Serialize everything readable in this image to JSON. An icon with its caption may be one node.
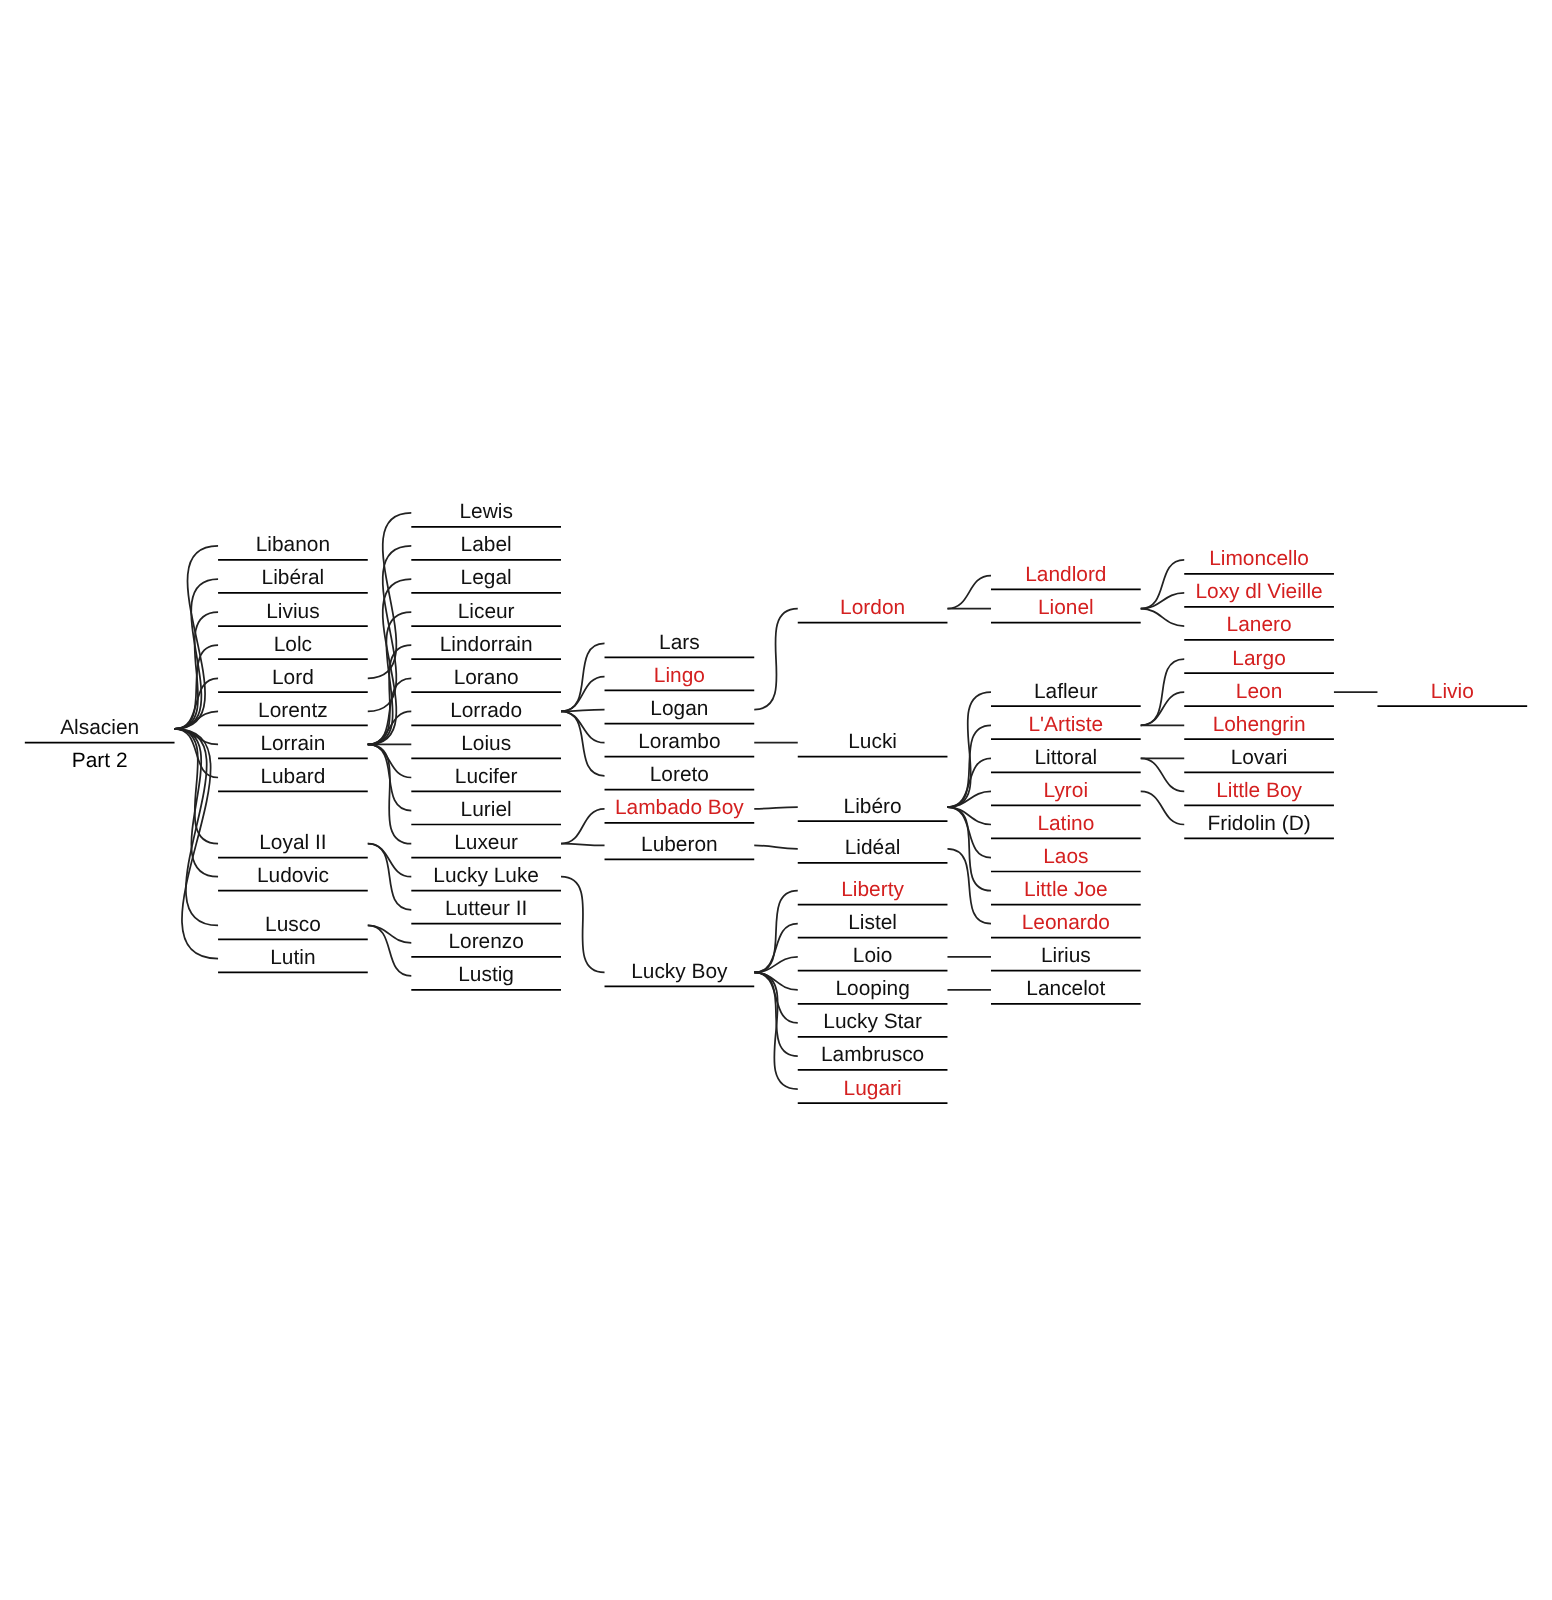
{
  "diagram": {
    "nodes": [
      {
        "text": [
          "Alsacien"
        ]
      },
      {
        "text": [
          "Libanon"
        ]
      },
      {
        "text": [
          "Libéral"
        ]
      },
      {
        "text": [
          "Livius"
        ]
      },
      {
        "text": [
          "Lolc"
        ]
      },
      {
        "text": [
          "Lord"
        ]
      },
      {
        "text": [
          "Lewis"
        ]
      },
      {
        "text": [
          "Lorentz"
        ]
      },
      {
        "text": [
          "Label"
        ]
      },
      {
        "text": [
          "Lorrain"
        ]
      },
      {
        "text": [
          "Legal"
        ]
      },
      {
        "text": [
          "Liceur"
        ]
      },
      {
        "text": [
          "Lindorrain"
        ]
      },
      {
        "text": [
          "Lorano"
        ]
      },
      {
        "text": [
          "Lorrado"
        ]
      },
      {
        "text": [
          "Lars"
        ]
      },
      {
        "text": [
          "Lingo"
        ]
      },
      {
        "text": [
          "Logan"
        ]
      },
      {
        "text": [
          "Lordon"
        ]
      },
      {
        "text": [
          "Landlord"
        ]
      },
      {
        "text": [
          "Lionel"
        ]
      },
      {
        "text": [
          "Limoncello"
        ]
      },
      {
        "text": [
          "Loxy dl Vieille"
        ]
      },
      {
        "text": [
          "Lorambo"
        ]
      },
      {
        "text": [
          "Lucki"
        ]
      },
      {
        "text": [
          "Lanero"
        ]
      },
      {
        "text": [
          "Loreto"
        ]
      },
      {
        "text": [
          "Loius"
        ]
      },
      {
        "text": [
          "Lucifer"
        ]
      },
      {
        "text": [
          "Luriel"
        ]
      },
      {
        "text": [
          "Luxeur"
        ]
      },
      {
        "text": [
          "Lambado Boy"
        ]
      },
      {
        "text": [
          "Libéro"
        ]
      },
      {
        "text": [
          "Lafleur"
        ]
      },
      {
        "text": [
          "L'Artiste"
        ]
      },
      {
        "text": [
          "Largo"
        ]
      },
      {
        "text": [
          "Leon"
        ]
      },
      {
        "text": [
          "Livio"
        ]
      },
      {
        "text": [
          "Lohengrin"
        ]
      },
      {
        "text": [
          "Littoral"
        ]
      },
      {
        "text": [
          "Lovari"
        ]
      },
      {
        "text": [
          "Little Boy"
        ]
      },
      {
        "text": [
          "Lyroi"
        ]
      },
      {
        "text": [
          "Fridolin (D)"
        ]
      },
      {
        "text": [
          "Latino"
        ]
      },
      {
        "text": [
          "Laos"
        ]
      },
      {
        "text": [
          "Little Joe"
        ]
      },
      {
        "text": [
          "Luberon"
        ]
      },
      {
        "text": [
          "Lidéal"
        ]
      },
      {
        "text": [
          "Leonardo"
        ]
      },
      {
        "text": [
          "Lubard"
        ]
      },
      {
        "text": [
          "Loyal II"
        ]
      },
      {
        "text": [
          "Lucky Luke"
        ]
      },
      {
        "text": [
          "Lucky Boy"
        ]
      },
      {
        "text": [
          "Liberty"
        ]
      },
      {
        "text": [
          "Listel"
        ]
      },
      {
        "text": [
          "Loio"
        ]
      },
      {
        "text": [
          "Lirius"
        ]
      },
      {
        "text": [
          "Looping"
        ]
      },
      {
        "text": [
          "Lancelot"
        ]
      },
      {
        "text": [
          "Lucky Star"
        ]
      },
      {
        "text": [
          "Lambrusco"
        ]
      },
      {
        "text": [
          "Lugari"
        ]
      },
      {
        "text": [
          "Lutteur II"
        ]
      },
      {
        "text": [
          "Ludovic"
        ]
      },
      {
        "text": [
          "Lusco"
        ]
      },
      {
        "text": [
          "Lorenzo"
        ]
      },
      {
        "text": [
          "Lustig"
        ]
      },
      {
        "text": [
          "Lutin"
        ]
      }
    ],
    "edges": [
      {
        "from": 0,
        "to": 1,
        "arrow": "none"
      },
      {
        "from": 0,
        "to": 2,
        "arrow": "none"
      },
      {
        "from": 0,
        "to": 3,
        "arrow": "none"
      },
      {
        "from": 0,
        "to": 4,
        "arrow": "none"
      },
      {
        "from": 0,
        "to": 5,
        "arrow": "none"
      },
      {
        "from": 0,
        "to": 7,
        "arrow": "none"
      },
      {
        "from": 0,
        "to": 9,
        "arrow": "none"
      },
      {
        "from": 0,
        "to": 50,
        "arrow": "none"
      },
      {
        "from": 0,
        "to": 51,
        "arrow": "none"
      },
      {
        "from": 0,
        "to": 64,
        "arrow": "none"
      },
      {
        "from": 0,
        "to": 65,
        "arrow": "none"
      },
      {
        "from": 0,
        "to": 68,
        "arrow": "none"
      },
      {
        "from": 5,
        "to": 6,
        "arrow": "none"
      },
      {
        "from": 7,
        "to": 8,
        "arrow": "none"
      },
      {
        "from": 9,
        "to": 10,
        "arrow": "none"
      },
      {
        "from": 9,
        "to": 11,
        "arrow": "none"
      },
      {
        "from": 9,
        "to": 12,
        "arrow": "none"
      },
      {
        "from": 9,
        "to": 13,
        "arrow": "none"
      },
      {
        "from": 9,
        "to": 14,
        "arrow": "none"
      },
      {
        "from": 9,
        "to": 27,
        "arrow": "none"
      },
      {
        "from": 9,
        "to": 28,
        "arrow": "none"
      },
      {
        "from": 9,
        "to": 29,
        "arrow": "none"
      },
      {
        "from": 9,
        "to": 30,
        "arrow": "none"
      },
      {
        "from": 14,
        "to": 15,
        "arrow": "none"
      },
      {
        "from": 14,
        "to": 16,
        "arrow": "none"
      },
      {
        "from": 14,
        "to": 17,
        "arrow": "none"
      },
      {
        "from": 14,
        "to": 23,
        "arrow": "none"
      },
      {
        "from": 14,
        "to": 26,
        "arrow": "none"
      },
      {
        "from": 17,
        "to": 18,
        "arrow": "none"
      },
      {
        "from": 18,
        "to": 19,
        "arrow": "none"
      },
      {
        "from": 18,
        "to": 20,
        "arrow": "none"
      },
      {
        "from": 20,
        "to": 21,
        "arrow": "none"
      },
      {
        "from": 20,
        "to": 22,
        "arrow": "none"
      },
      {
        "from": 20,
        "to": 25,
        "arrow": "none"
      },
      {
        "from": 23,
        "to": 24,
        "arrow": "none"
      },
      {
        "from": 30,
        "to": 31,
        "arrow": "none"
      },
      {
        "from": 30,
        "to": 47,
        "arrow": "none"
      },
      {
        "from": 31,
        "to": 32,
        "arrow": "none"
      },
      {
        "from": 32,
        "to": 33,
        "arrow": "none"
      },
      {
        "from": 32,
        "to": 34,
        "arrow": "none"
      },
      {
        "from": 32,
        "to": 39,
        "arrow": "none"
      },
      {
        "from": 32,
        "to": 42,
        "arrow": "none"
      },
      {
        "from": 32,
        "to": 44,
        "arrow": "none"
      },
      {
        "from": 32,
        "to": 45,
        "arrow": "none"
      },
      {
        "from": 32,
        "to": 46,
        "arrow": "none"
      },
      {
        "from": 34,
        "to": 35,
        "arrow": "none"
      },
      {
        "from": 34,
        "to": 36,
        "arrow": "none"
      },
      {
        "from": 34,
        "to": 38,
        "arrow": "none"
      },
      {
        "from": 36,
        "to": 37,
        "arrow": "none"
      },
      {
        "from": 39,
        "to": 40,
        "arrow": "none"
      },
      {
        "from": 39,
        "to": 41,
        "arrow": "none"
      },
      {
        "from": 42,
        "to": 43,
        "arrow": "none"
      },
      {
        "from": 47,
        "to": 48,
        "arrow": "none"
      },
      {
        "from": 48,
        "to": 49,
        "arrow": "none"
      },
      {
        "from": 51,
        "to": 52,
        "arrow": "none"
      },
      {
        "from": 51,
        "to": 63,
        "arrow": "none"
      },
      {
        "from": 52,
        "to": 53,
        "arrow": "none"
      },
      {
        "from": 53,
        "to": 54,
        "arrow": "none"
      },
      {
        "from": 53,
        "to": 55,
        "arrow": "none"
      },
      {
        "from": 53,
        "to": 56,
        "arrow": "none"
      },
      {
        "from": 53,
        "to": 58,
        "arrow": "none"
      },
      {
        "from": 53,
        "to": 60,
        "arrow": "none"
      },
      {
        "from": 53,
        "to": 61,
        "arrow": "none"
      },
      {
        "from": 53,
        "to": 62,
        "arrow": "none"
      },
      {
        "from": 56,
        "to": 57,
        "arrow": "none"
      },
      {
        "from": 58,
        "to": 59,
        "arrow": "none"
      },
      {
        "from": 65,
        "to": 66,
        "arrow": "none"
      },
      {
        "from": 65,
        "to": 67,
        "arrow": "none"
      }
    ],
    "labels": [
      "Part 2"
    ]
  }
}
